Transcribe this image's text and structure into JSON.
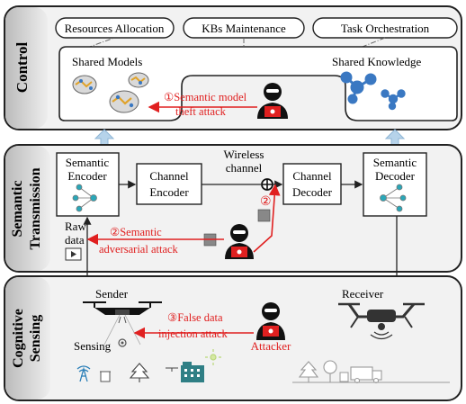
{
  "layers": {
    "control": "Control",
    "transmission_line1": "Semantic",
    "transmission_line2": "Transmission",
    "sensing_line1": "Cognitive",
    "sensing_line2": "Sensing"
  },
  "control": {
    "tabs": [
      "Resources Allocation",
      "KBs Maintenance",
      "Task Orchestration"
    ],
    "shared_models": "Shared Models",
    "shared_knowledge": "Shared Knowledge",
    "attack1": {
      "num": "①",
      "line1": "Semantic model",
      "line2": "theft attack"
    }
  },
  "transmission": {
    "sem_encoder_1": "Semantic",
    "sem_encoder_2": "Encoder",
    "ch_encoder_1": "Channel",
    "ch_encoder_2": "Encoder",
    "wireless_1": "Wireless",
    "wireless_2": "channel",
    "ch_decoder_1": "Channel",
    "ch_decoder_2": "Decoder",
    "sem_decoder_1": "Semantic",
    "sem_decoder_2": "Decoder",
    "raw_1": "Raw",
    "raw_2": "data",
    "marker2": "②",
    "attack2": {
      "num": "②",
      "line1": "Semantic",
      "line2": "adversarial attack"
    }
  },
  "sensing": {
    "sender": "Sender",
    "receiver": "Receiver",
    "sensing": "Sensing",
    "attacker": "Attacker",
    "attack3": {
      "num": "③",
      "line1": "False data",
      "line2": "injection attack"
    }
  },
  "colors": {
    "attack_red": "#e02020",
    "arrow_blue": "#b6d3ea",
    "knowledge_blue": "#3a78c2",
    "building_teal": "#2f7f85"
  }
}
